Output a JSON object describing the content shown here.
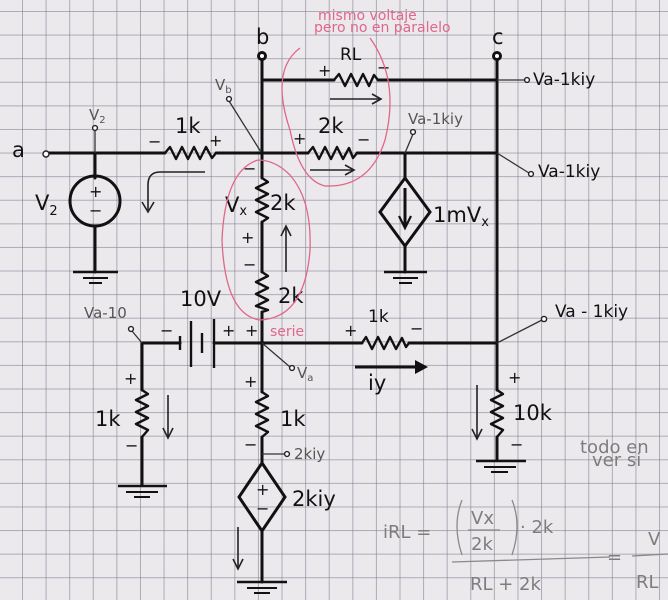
{
  "nodes": {
    "a": "a",
    "b": "b",
    "c": "c"
  },
  "sources": {
    "v2": {
      "label": "V",
      "sub": "2",
      "plus": "+",
      "minus": "−"
    },
    "battery": {
      "label": "10V",
      "plus": "+",
      "minus": "−"
    },
    "vccs": {
      "label": "1mV",
      "sub": "x"
    },
    "ccvs": {
      "label": "2kiy",
      "plus": "+",
      "minus": "−"
    }
  },
  "resistors": {
    "r_ab": {
      "label": "1k",
      "plus": "+",
      "minus": "−"
    },
    "r_load": {
      "label": "RL",
      "plus": "+",
      "minus": "−"
    },
    "r_mid": {
      "label": "2k",
      "plus": "+",
      "minus": "−"
    },
    "r_vx": {
      "label": "2k",
      "vlabel": "Vx",
      "plus": "+",
      "minus": "−"
    },
    "r_vert2": {
      "label": "2k",
      "plus": "+",
      "minus": "−"
    },
    "r_left": {
      "label": "1k",
      "plus": "+",
      "minus": "−"
    },
    "r_iy": {
      "label": "1k",
      "plus": "+",
      "minus": "−"
    },
    "r_bottom": {
      "label": "1k",
      "plus": "+",
      "minus": "−"
    },
    "r_10k": {
      "label": "10k",
      "plus": "+",
      "minus": "−"
    }
  },
  "node_voltages": {
    "v2_top": "V2",
    "vb": "Vb",
    "va": "Va",
    "va_minus_10": "Va-10",
    "c_top": "Va-1kiy",
    "vccs_top": "Va-1kiy",
    "c_mid": "Va-1kiy",
    "c_bottom": "Va - 1kiy",
    "ccvs_top": "2kiy"
  },
  "currents": {
    "iy": "iy"
  },
  "annotations": {
    "pink_top_line1": "mismo voltaje",
    "pink_top_line2": "pero no en paralelo",
    "pink_serie": "serie",
    "pencil_note_line1": "todo en",
    "pencil_note_line2": "ver si",
    "formula_lhs": "iRL =",
    "formula_num_vx": "Vx",
    "formula_num_den": "2k",
    "formula_mult": "· 2k",
    "formula_den": "RL + 2k",
    "formula_eq": "=",
    "formula_rhs_num": "V",
    "formula_rhs_den": "RL"
  },
  "colors": {
    "ink": "#111111",
    "pink_pen": "#e0668a",
    "pencil": "#7d7d7d",
    "paper": "#ebe9ec",
    "grid": "#78768c"
  }
}
